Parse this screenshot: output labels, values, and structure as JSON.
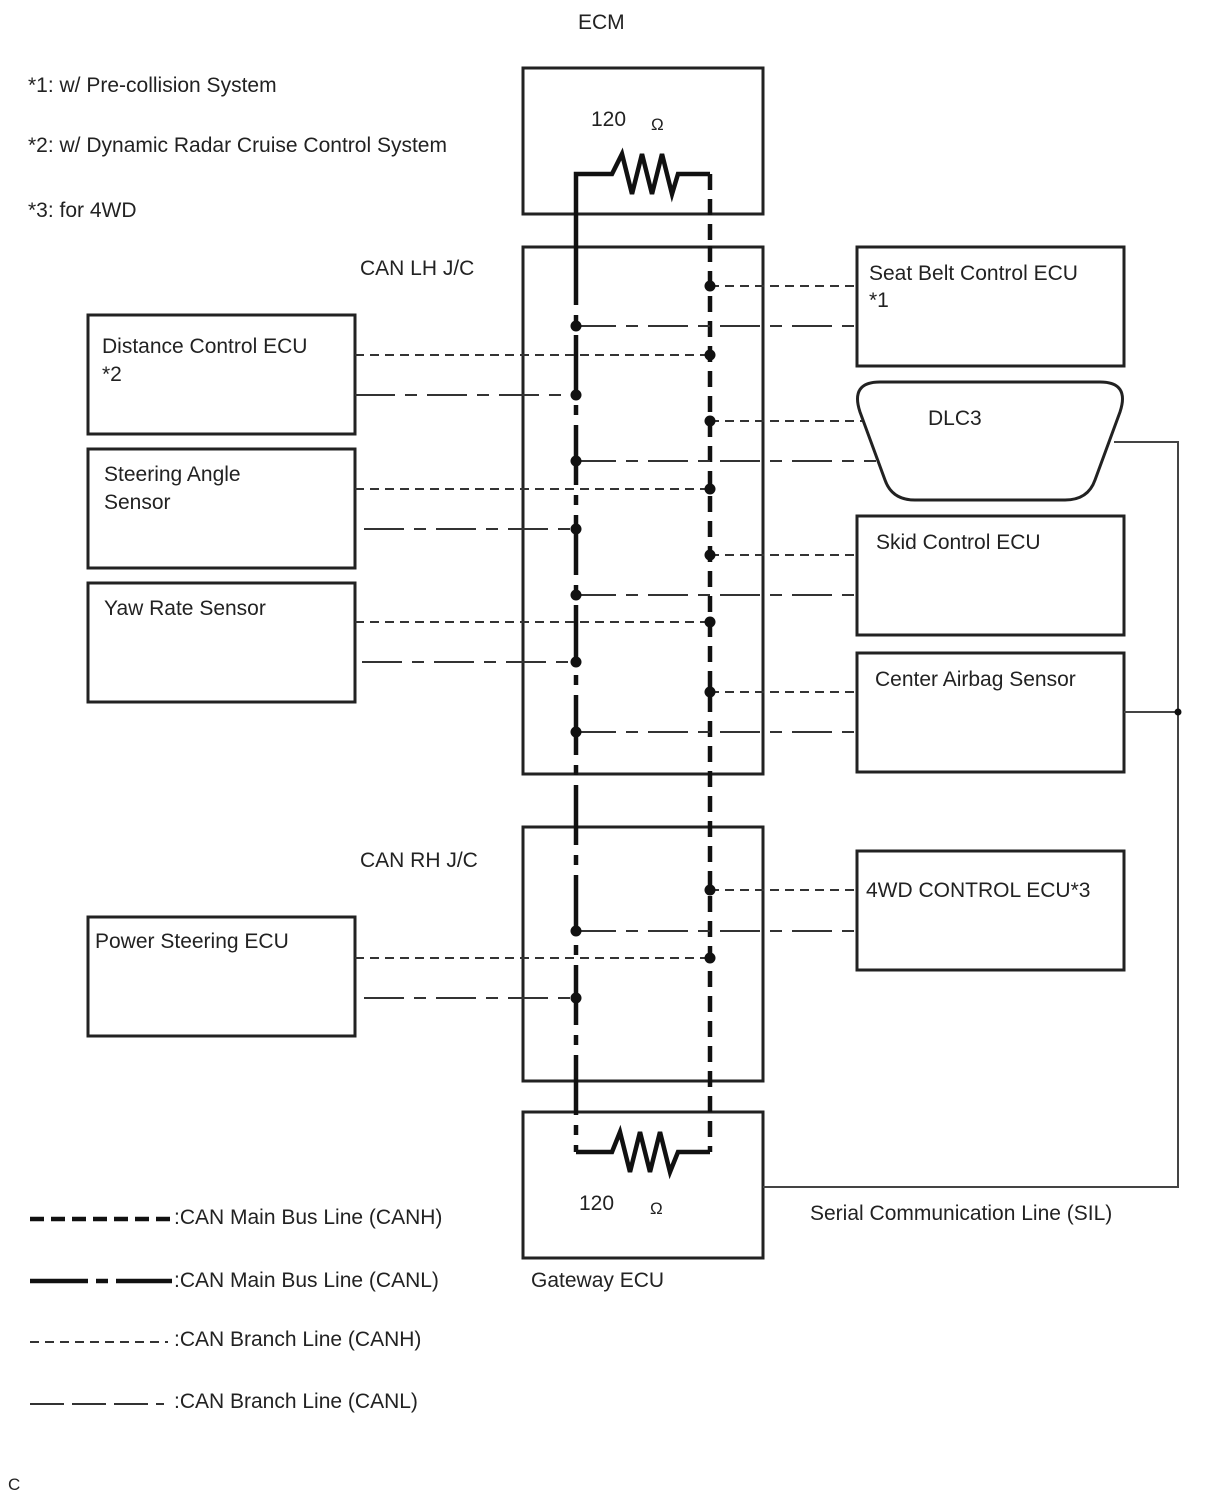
{
  "notes": [
    "*1: w/ Pre-collision System",
    "*2: w/ Dynamic Radar Cruise Control System",
    "*3: for 4WD"
  ],
  "ecm": {
    "label": "ECM",
    "resistor_value": "120",
    "resistor_unit": "Ω"
  },
  "gateway": {
    "label": "Gateway ECU",
    "resistor_value": "120",
    "resistor_unit": "Ω"
  },
  "junctions": {
    "lh": "CAN LH J/C",
    "rh": "CAN RH J/C"
  },
  "left_components": [
    {
      "line1": "Distance Control ECU",
      "line2": "*2"
    },
    {
      "line1": "Steering Angle",
      "line2": "Sensor"
    },
    {
      "line1": "Yaw Rate Sensor",
      "line2": ""
    },
    {
      "line1": "Power Steering ECU",
      "line2": ""
    }
  ],
  "right_components": [
    {
      "line1": "Seat Belt Control ECU",
      "line2": "*1"
    },
    {
      "line1": "DLC3",
      "line2": ""
    },
    {
      "line1": "Skid Control ECU",
      "line2": ""
    },
    {
      "line1": "Center Airbag Sensor",
      "line2": ""
    },
    {
      "line1": "4WD CONTROL ECU*3",
      "line2": ""
    }
  ],
  "sil_label": "Serial Communication Line (SIL)",
  "legend": [
    ":CAN Main Bus Line (CANH)",
    ":CAN Main Bus Line (CANL)",
    ":CAN Branch Line (CANH)",
    ":CAN Branch Line (CANL)"
  ],
  "footer_code": "C"
}
